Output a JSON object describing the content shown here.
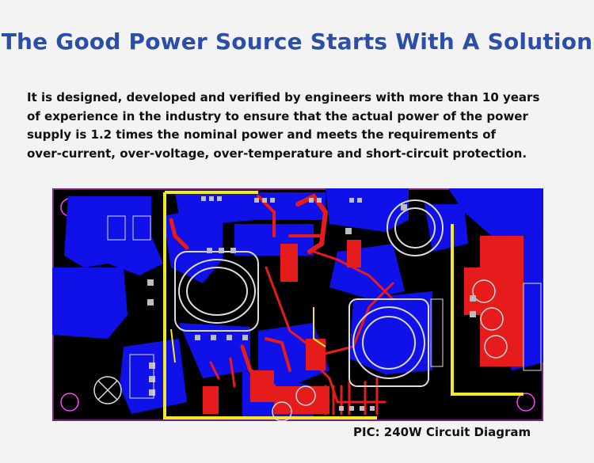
{
  "header": {
    "title": "The Good Power Source Starts With A Solution"
  },
  "description": {
    "lines": [
      "It is designed, developed and verified by engineers with more than 10 years",
      "of experience in the industry to ensure that the actual power of the power",
      "supply is 1.2 times the nominal power and meets the requirements of",
      "over-current, over-voltage, over-temperature and short-circuit protection."
    ]
  },
  "image": {
    "caption": "PIC: 240W Circuit Diagram",
    "colors": {
      "board": "#000000",
      "copper_bottom": "#1010e8",
      "copper_top": "#e61c1c",
      "silkscreen": "#f2e82a",
      "pads": "#bdbdbd",
      "outline": "#ff40ff"
    }
  }
}
